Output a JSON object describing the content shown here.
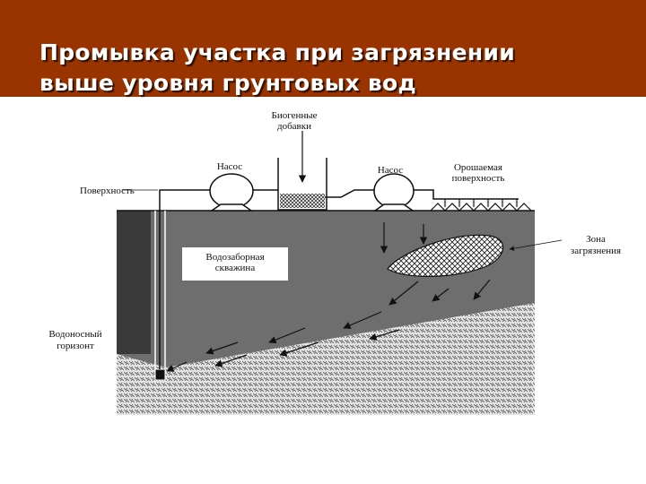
{
  "slide": {
    "title_line1": "Промывка участка при загрязнении",
    "title_line2": "выше уровня грунтовых вод"
  },
  "diagram": {
    "labels": {
      "additives_line1": "Биогенные",
      "additives_line2": "добавки",
      "pump_left": "Насос",
      "pump_right": "Насос",
      "irrigated_line1": "Орошаемая",
      "irrigated_line2": "поверхность",
      "surface": "Поверхность",
      "well_line1": "Водозаборная",
      "well_line2": "скважина",
      "zone_line1": "Зона",
      "zone_line2": "загрязнения",
      "aquifer_line1": "Водоносный",
      "aquifer_line2": "горизонт"
    },
    "colors": {
      "header": "#993300",
      "soil": "#6e6e6e",
      "well_column": "#3a3a3a",
      "aquifer": "#dcdcdc"
    }
  }
}
